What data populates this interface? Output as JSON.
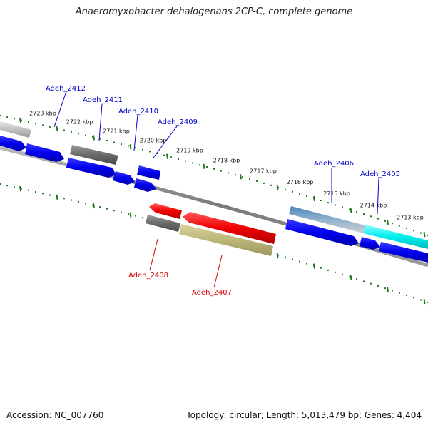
{
  "title": "Anaeromyxobacter dehalogenans 2CP-C, complete genome",
  "footer": {
    "accession": "Accession: NC_007760",
    "summary": "Topology: circular; Length: 5,013,479 bp; Genes: 4,404"
  },
  "colors": {
    "cds": "#0000ee",
    "backbone": "#808080",
    "tick": "#1f7a1f",
    "label_forward": "#0000cc",
    "label_reverse": "#dd0000"
  },
  "tick_labels": [
    "2723 kbp",
    "2722 kbp",
    "2721 kbp",
    "2720 kbp",
    "2719 kbp",
    "2718 kbp",
    "2717 kbp",
    "2716 kbp",
    "2715 kbp",
    "2714 kbp",
    "2713 kbp"
  ],
  "genes_forward": [
    {
      "name": "Adeh_2412",
      "color": "#0000cc"
    },
    {
      "name": "Adeh_2411",
      "color": "#0000cc"
    },
    {
      "name": "Adeh_2410",
      "color": "#0000cc"
    },
    {
      "name": "Adeh_2409",
      "color": "#0000cc"
    },
    {
      "name": "Adeh_2406",
      "color": "#0000cc"
    },
    {
      "name": "Adeh_2405",
      "color": "#0000cc"
    }
  ],
  "genes_reverse": [
    {
      "name": "Adeh_2408",
      "color": "#dd0000"
    },
    {
      "name": "Adeh_2407",
      "color": "#dd0000"
    }
  ]
}
